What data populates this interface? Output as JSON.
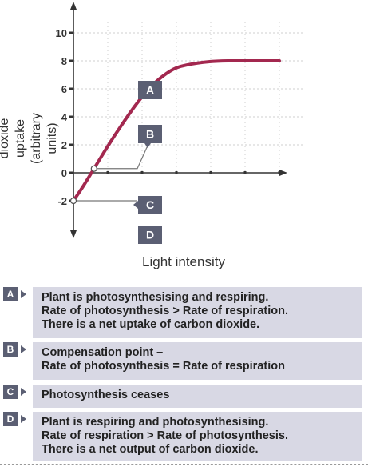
{
  "chart_data": {
    "type": "line",
    "title": "",
    "xlabel": "Light intensity",
    "ylabel": "Carbon dioxide uptake\n(arbitrary units)",
    "yticks": [
      "10",
      "8",
      "6",
      "4",
      "2",
      "0",
      "-2"
    ],
    "ylim": [
      -4,
      12
    ],
    "xlim": [
      0,
      7
    ],
    "grid": true,
    "series": [
      {
        "color": "#a3284f",
        "x": [
          0,
          0.3,
          0.6,
          1.0,
          1.4,
          1.8,
          2.2,
          2.6,
          3.0,
          3.5,
          4.0,
          4.5,
          5.0,
          5.5,
          6.0
        ],
        "y": [
          -2,
          -0.9,
          0.3,
          1.9,
          3.4,
          4.8,
          6.0,
          6.9,
          7.5,
          7.8,
          7.95,
          8.0,
          8.0,
          8.0,
          8.0
        ]
      }
    ],
    "markers": [
      {
        "x": 0.6,
        "y": 0.3
      },
      {
        "x": 0,
        "y": -2
      }
    ],
    "annotations": [
      "A",
      "B",
      "C",
      "D"
    ]
  },
  "legend": [
    {
      "key": "A",
      "text": "Plant is photosynthesising and respiring.\nRate of photosynthesis > Rate of respiration.\nThere is a net uptake of carbon dioxide."
    },
    {
      "key": "B",
      "text": "Compensation point –\nRate of photosynthesis = Rate of respiration"
    },
    {
      "key": "C",
      "text": "Photosynthesis ceases"
    },
    {
      "key": "D",
      "text": "Plant is respiring and photosynthesising.\nRate of respiration > Rate of photosynthesis.\nThere is a net output of carbon dioxide."
    }
  ]
}
